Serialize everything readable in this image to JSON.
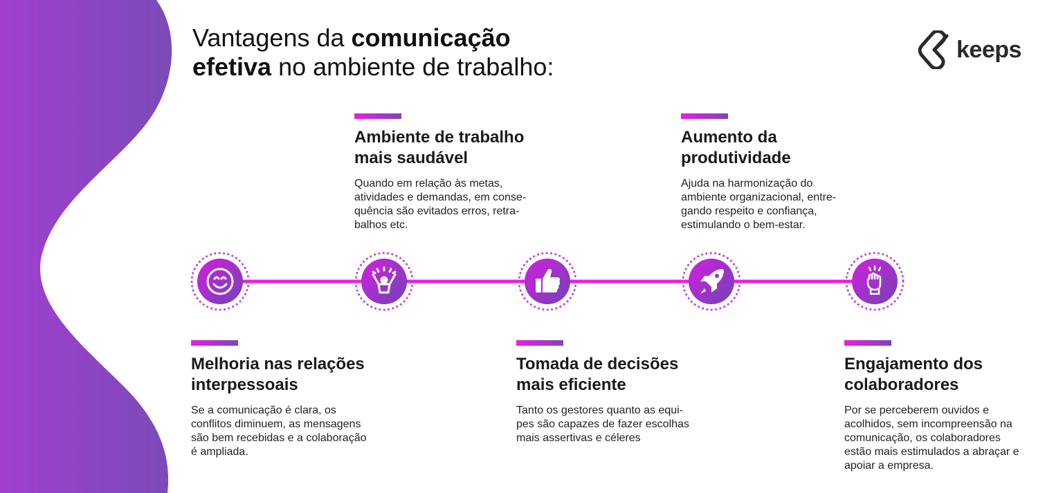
{
  "title": {
    "part1": "Vantagens da ",
    "bold1": "comunicação",
    "bold2": "efetiva",
    "part2": " no ambiente de trabalho:"
  },
  "logo": {
    "text": "keeps",
    "icon": "keeps-logo-icon"
  },
  "colors": {
    "magenta": "#e91fe6",
    "purple": "#7d46b6",
    "wave_start": "#a13fd1",
    "wave_end": "#7b4bb7"
  },
  "steps": [
    {
      "icon": "smile-icon",
      "title_l1": "Melhoria nas relações",
      "title_l2": "interpessoais",
      "text": [
        "Se a comunicação é clara, os",
        "conflitos diminuem, as mensagens",
        "são bem recebidas e a colaboração",
        "é ampliada."
      ]
    },
    {
      "icon": "celebrating-person-icon",
      "title_l1": "Ambiente de trabalho",
      "title_l2": "mais saudável",
      "text": [
        "Quando em relação às metas,",
        "atividades e demandas, em conse-",
        "quência são evitados erros, retra-",
        "balhos etc."
      ]
    },
    {
      "icon": "thumbs-up-icon",
      "title_l1": "Tomada de decisões",
      "title_l2": "mais eficiente",
      "text": [
        "Tanto os gestores quanto as equi-",
        "pes são capazes de fazer escolhas",
        "mais assertivas e céleres"
      ]
    },
    {
      "icon": "rocket-icon",
      "title_l1": "Aumento da",
      "title_l2": "produtividade",
      "text": [
        "Ajuda na harmonização do",
        "ambiente organizacional, entre-",
        "gando respeito e confiança,",
        "estimulando o bem-estar."
      ]
    },
    {
      "icon": "raised-fist-icon",
      "title_l1": "Engajamento dos",
      "title_l2": "colaboradores",
      "text": [
        "Por se perceberem ouvidos e",
        "acolhidos, sem incompreensão na",
        "comunicação, os colaboradores",
        "estão mais estimulados a abraçar e",
        "apoiar a empresa."
      ]
    }
  ]
}
